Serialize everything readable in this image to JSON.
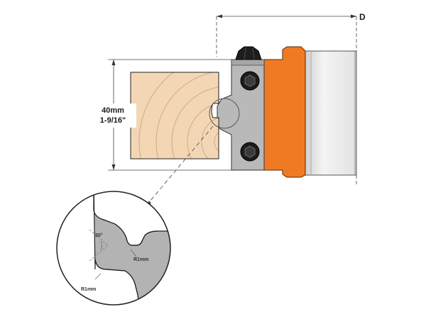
{
  "dimensions": {
    "d_label": "D",
    "height_metric": "40mm",
    "height_imperial": "1-9/16\""
  },
  "detail": {
    "angle_label": "30°",
    "radius_label_a": "R1mm",
    "radius_label_b": "R1mm"
  },
  "colors": {
    "wood": "#f3d7b5",
    "wood_rings": "#d9b793",
    "steel": "#b9b9b9",
    "steel_dark": "#8f8f8f",
    "orange": "#f07a24",
    "body_gray": "#e6e6e6",
    "line": "#222222"
  },
  "icons": [
    "hex-bolt-icon",
    "hex-bolt-icon",
    "hex-nut-icon"
  ]
}
